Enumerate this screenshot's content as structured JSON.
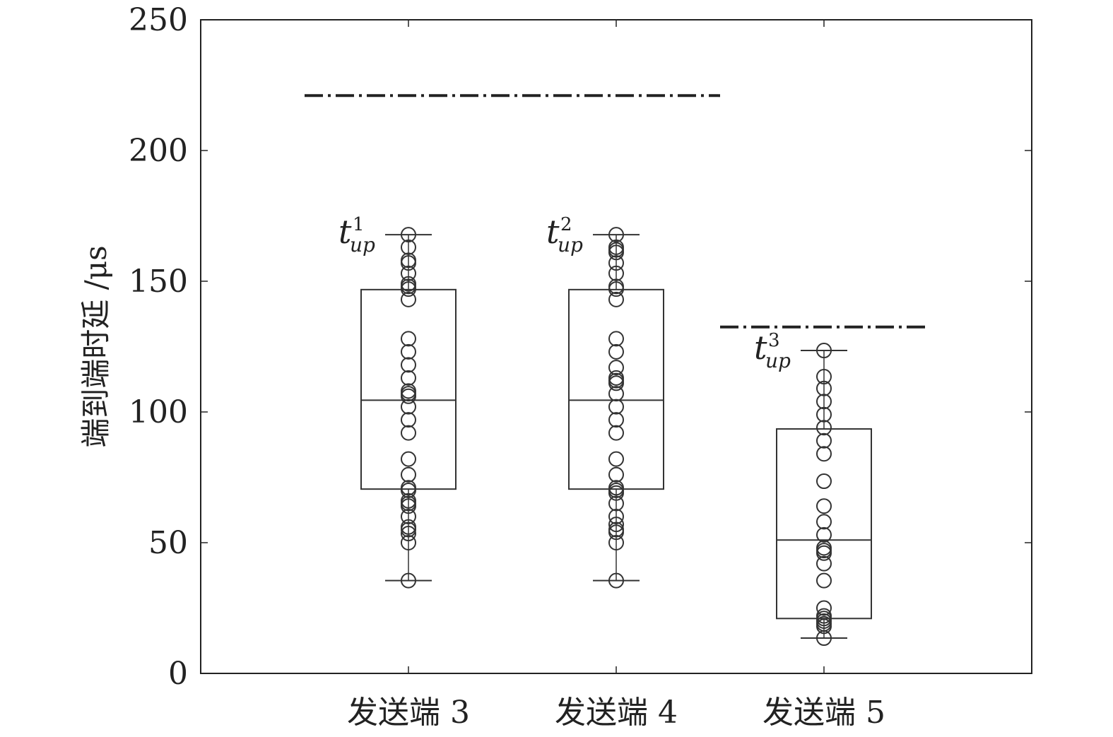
{
  "chart_data": {
    "type": "box",
    "title": "",
    "xlabel": "",
    "ylabel": "端到端时延 /μs",
    "ylim": [
      0,
      250
    ],
    "yticks": [
      "0",
      "50",
      "100",
      "150",
      "200",
      "250"
    ],
    "categories": [
      "发送端 3",
      "发送端 4",
      "发送端 5"
    ],
    "grid": false,
    "boxes": [
      {
        "category": "发送端 3",
        "q1": 70.5,
        "median": 104.5,
        "q3": 146.8,
        "min": 35.5,
        "max": 167.8,
        "points": [
          35.5,
          50,
          53.5,
          55,
          56,
          60,
          64,
          65,
          66,
          70,
          71,
          76,
          82,
          92,
          97,
          102,
          106,
          107,
          108,
          113,
          118,
          123,
          128,
          143,
          147,
          148,
          149,
          153,
          157,
          158,
          163,
          167.8
        ],
        "annotation": {
          "base": "t",
          "sup": "1",
          "sub": "up"
        }
      },
      {
        "category": "发送端 4",
        "q1": 70.5,
        "median": 104.5,
        "q3": 146.8,
        "min": 35.5,
        "max": 167.8,
        "points": [
          35.5,
          50,
          54,
          55,
          57,
          60,
          65,
          69,
          70,
          71,
          76,
          82,
          92,
          97,
          102,
          107,
          111,
          112,
          113,
          117,
          123,
          128,
          143,
          147,
          148,
          153,
          157,
          161,
          162,
          163,
          167.8
        ],
        "annotation": {
          "base": "t",
          "sup": "2",
          "sub": "up"
        }
      },
      {
        "category": "发送端 5",
        "q1": 21,
        "median": 51,
        "q3": 93.5,
        "min": 13.5,
        "max": 123.5,
        "points": [
          13.5,
          18,
          19,
          20,
          21,
          22,
          25,
          35.5,
          42,
          46,
          47,
          48,
          53,
          58,
          64,
          73.5,
          84,
          89,
          94,
          99,
          104,
          109,
          113.5,
          123.5
        ],
        "annotation": {
          "base": "t",
          "sup": "3",
          "sub": "up"
        }
      }
    ],
    "reference_lines": [
      {
        "y": 221,
        "x_from": 0.5,
        "x_to": 2.5,
        "style": "dash-dot"
      },
      {
        "y": 132.5,
        "x_from": 2.5,
        "x_to": 3.5,
        "style": "dash-dot"
      }
    ]
  }
}
